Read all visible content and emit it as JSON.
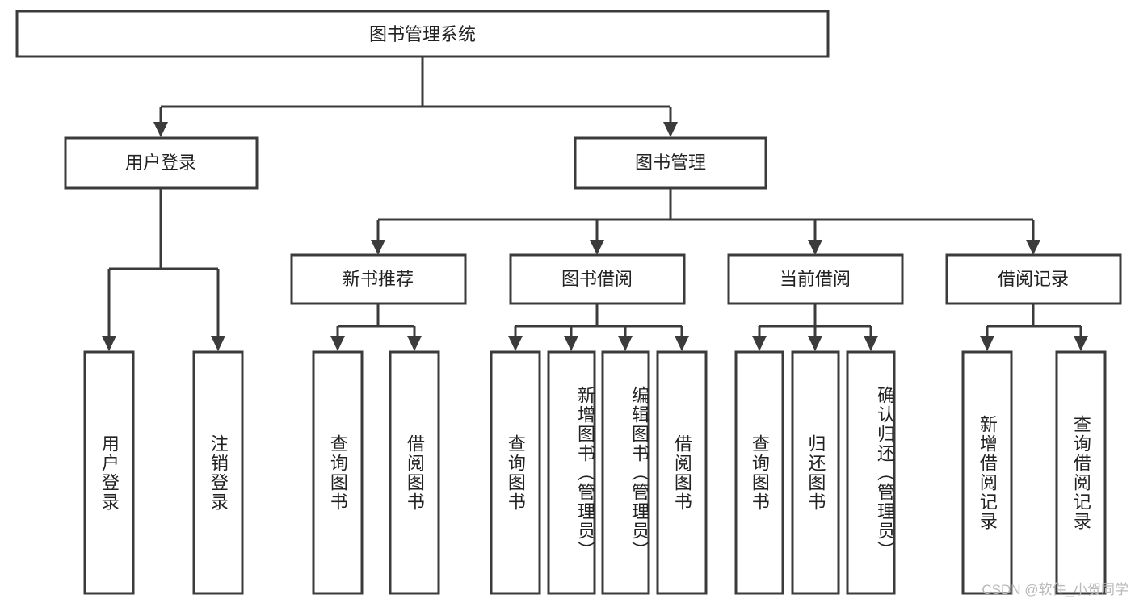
{
  "diagram": {
    "title": "图书管理系统",
    "type": "tree",
    "orientation": "top-down",
    "style": {
      "box_fill": "#ffffff",
      "box_stroke": "#3b3b3b",
      "connector_color": "#3b3b3b",
      "text_color": "#222222",
      "background": "#ffffff"
    },
    "root": {
      "label": "图书管理系统"
    },
    "level2": [
      {
        "label": "用户登录"
      },
      {
        "label": "图书管理"
      }
    ],
    "level3": [
      {
        "label": "新书推荐"
      },
      {
        "label": "图书借阅"
      },
      {
        "label": "当前借阅"
      },
      {
        "label": "借阅记录"
      }
    ],
    "leaves": {
      "user_login": [
        {
          "label": "用户登录"
        },
        {
          "label": "注销登录"
        }
      ],
      "new_book_recommend": [
        {
          "label": "查询图书"
        },
        {
          "label": "借阅图书"
        }
      ],
      "book_borrow": [
        {
          "label": "查询图书"
        },
        {
          "label": "新增图书（管理员）"
        },
        {
          "label": "编辑图书（管理员）"
        },
        {
          "label": "借阅图书"
        }
      ],
      "current_borrow": [
        {
          "label": "查询图书"
        },
        {
          "label": "归还图书"
        },
        {
          "label": "确认归还（管理员）"
        }
      ],
      "borrow_record": [
        {
          "label": "新增借阅记录"
        },
        {
          "label": "查询借阅记录"
        }
      ]
    }
  },
  "watermark": {
    "text": "CSDN @软件_小贺同学"
  }
}
